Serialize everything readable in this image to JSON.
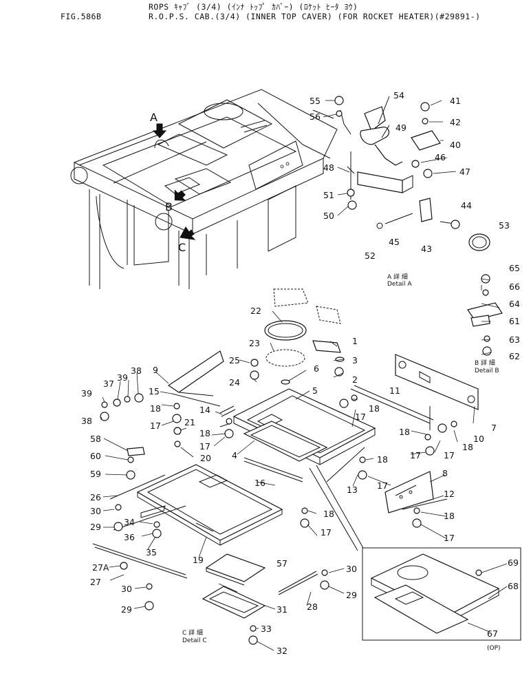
{
  "header": {
    "fig": "FIG.586B",
    "line1": "ROPS ｷｬﾌﾞ (3/4) (ｲﾝﾅ ﾄｯﾌﾟ ｶﾊﾞｰ) (ﾛｹｯﾄ ﾋｰﾀ ﾖｳ)",
    "line2": "R.O.P.S. CAB.(3/4) (INNER TOP CAVER) (FOR ROCKET HEATER)(#29891-)"
  },
  "view_markers": [
    "A",
    "B",
    "C"
  ],
  "details": {
    "a_jp": "A 詳 細",
    "a_en": "Detail A",
    "b_jp": "B 詳 細",
    "b_en": "Detail B",
    "c_jp": "C 詳 細",
    "c_en": "Detail C"
  },
  "option_label": "(OP)",
  "callouts": [
    "1",
    "2",
    "3",
    "4",
    "5",
    "6",
    "7",
    "8",
    "9",
    "10",
    "11",
    "12",
    "13",
    "14",
    "15",
    "16",
    "17",
    "18",
    "19",
    "20",
    "21",
    "22",
    "23",
    "24",
    "25",
    "26",
    "27",
    "27A",
    "28",
    "29",
    "30",
    "31",
    "32",
    "33",
    "34",
    "35",
    "36",
    "37",
    "38",
    "39",
    "40",
    "41",
    "42",
    "43",
    "44",
    "45",
    "46",
    "47",
    "48",
    "49",
    "50",
    "51",
    "52",
    "53",
    "54",
    "55",
    "56",
    "57",
    "58",
    "59",
    "60",
    "61",
    "62",
    "63",
    "64",
    "65",
    "66",
    "67",
    "68",
    "69"
  ]
}
